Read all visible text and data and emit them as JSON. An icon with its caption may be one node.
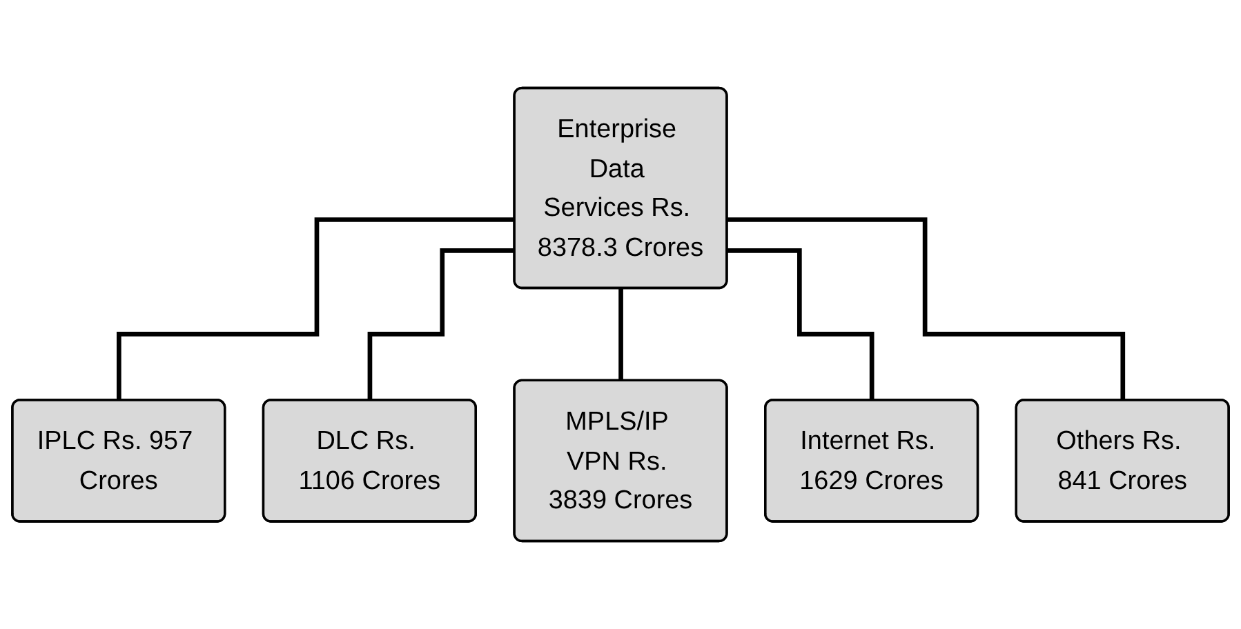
{
  "diagram": {
    "nodes": [
      {
        "text": [
          "Enterprise Data Services Rs. 8378.3 Crores"
        ]
      },
      {
        "text": [
          "IPLC Rs. 957 Crores"
        ]
      },
      {
        "text": [
          "DLC Rs. 1106 Crores"
        ]
      },
      {
        "text": [
          "MPLS/IP VPN Rs. 3839 Crores"
        ]
      },
      {
        "text": [
          "Internet Rs. 1629 Crores"
        ]
      },
      {
        "text": [
          "Others Rs. 841 Crores"
        ]
      }
    ],
    "edges": [
      {
        "from": 0,
        "to": 1,
        "arrow": "none"
      },
      {
        "from": 0,
        "to": 2,
        "arrow": "none"
      },
      {
        "from": 0,
        "to": 3,
        "arrow": "none"
      },
      {
        "from": 0,
        "to": 4,
        "arrow": "none"
      },
      {
        "from": 0,
        "to": 5,
        "arrow": "none"
      }
    ]
  }
}
